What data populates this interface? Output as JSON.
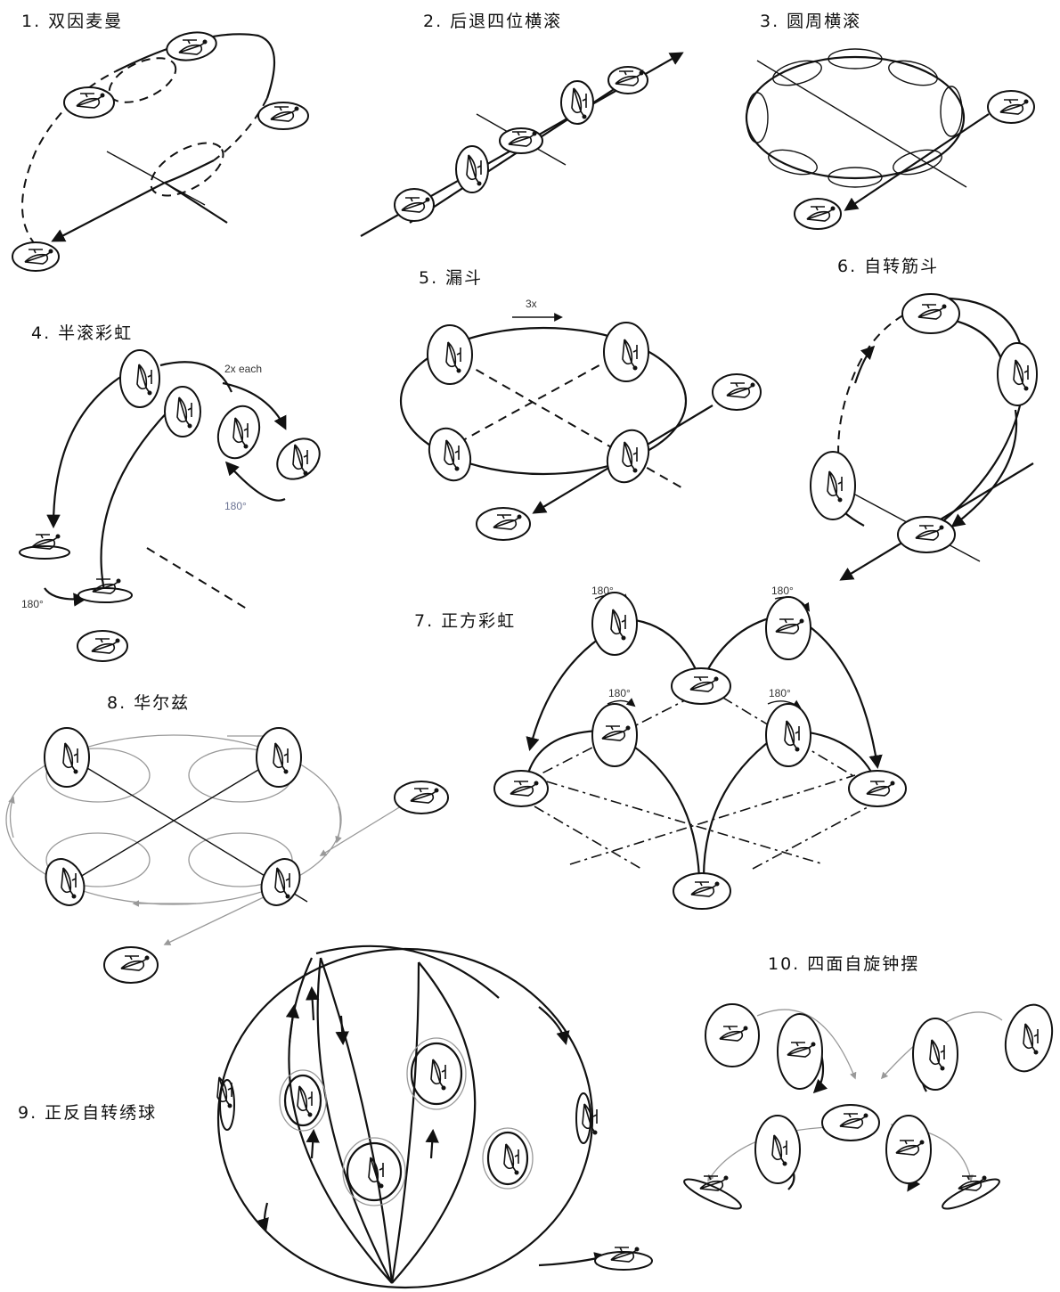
{
  "maneuvers": [
    {
      "title": "1. 双因麦曼"
    },
    {
      "title": "2. 后退四位横滚"
    },
    {
      "title": "3. 圆周横滚"
    },
    {
      "title": "4. 半滚彩虹",
      "notes": [
        "2x each",
        "180°",
        "180°"
      ]
    },
    {
      "title": "5. 漏斗",
      "notes": [
        "3x"
      ]
    },
    {
      "title": "6. 自转筋斗"
    },
    {
      "title": "7. 正方彩虹",
      "notes": [
        "180°",
        "180°",
        "180°",
        "180°"
      ]
    },
    {
      "title": "8. 华尔兹"
    },
    {
      "title": "9. 正反自转绣球"
    },
    {
      "title": "10. 四面自旋钟摆"
    }
  ],
  "colors": {
    "ink": "#111111",
    "light": "#999999",
    "blue_note": "#6b7393"
  }
}
